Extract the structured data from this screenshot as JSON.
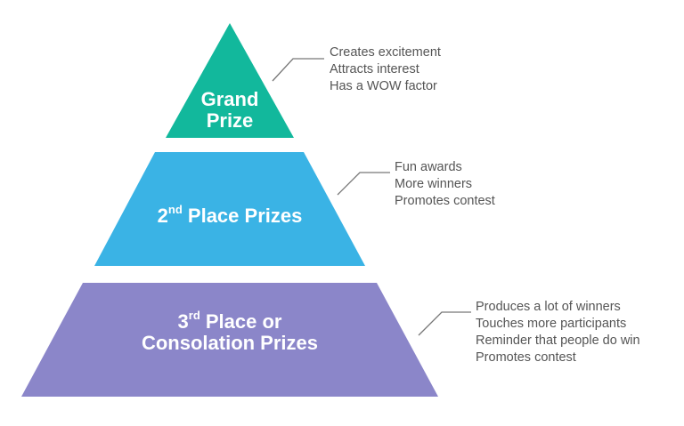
{
  "colors": {
    "grand": "#12b89c",
    "second": "#3ab3e5",
    "third": "#8b86c9",
    "text": "#555555",
    "line": "#777777"
  },
  "tiers": [
    {
      "title_lines": [
        "Grand",
        "Prize"
      ],
      "notes": [
        "Creates excitement",
        "Attracts interest",
        "Has a WOW factor"
      ]
    },
    {
      "title_prefix": "2",
      "title_sup": "nd",
      "title_suffix": " Place Prizes",
      "notes": [
        "Fun awards",
        "More winners",
        "Promotes contest"
      ]
    },
    {
      "title_prefix": "3",
      "title_sup": "rd",
      "title_suffix": " Place or",
      "title_line2": "Consolation Prizes",
      "notes": [
        "Produces a lot of winners",
        "Touches more participants",
        "Reminder that people do win",
        "Promotes contest"
      ]
    }
  ]
}
